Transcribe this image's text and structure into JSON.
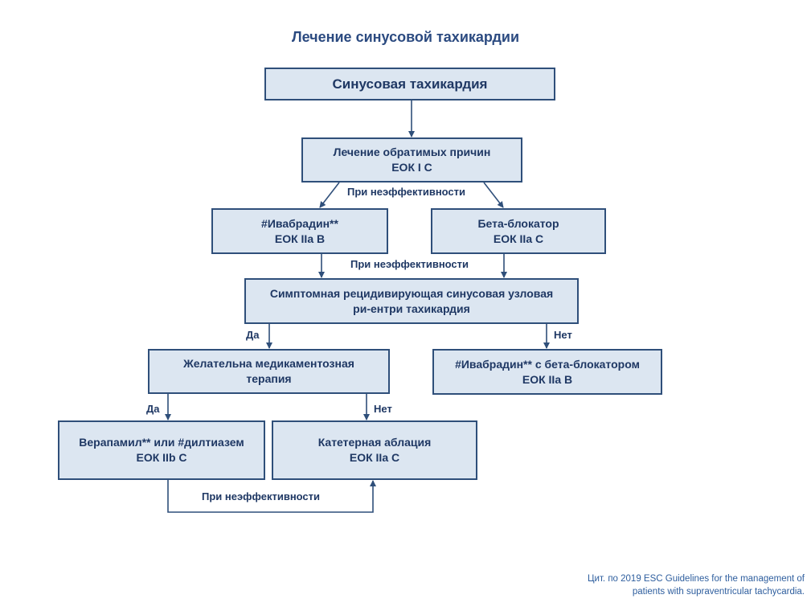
{
  "title": "Лечение синусовой тахикардии",
  "nodes": {
    "sinus_tachycardia": {
      "line1": "Синусовая тахикардия"
    },
    "reversible_causes": {
      "line1": "Лечение обратимых причин",
      "line2": "ЕОК I C"
    },
    "ivabradine": {
      "line1": "#Ивабрадин**",
      "line2": "ЕОК IIa B"
    },
    "beta_blocker": {
      "line1": "Бета-блокатор",
      "line2": "ЕОК IIa C"
    },
    "symptomatic_reentry": {
      "line1": "Симптомная рецидивирующая синусовая узловая",
      "line2": "ри-ентри тахикардия"
    },
    "drug_therapy_desired": {
      "line1": "Желательна медикаментозная",
      "line2": "терапия"
    },
    "ivabradine_with_bb": {
      "line1": "#Ивабрадин** с бета-блокатором",
      "line2": "ЕОК IIa B"
    },
    "verapamil_diltiazem": {
      "line1": "Верапамил** или #дилтиазем",
      "line2": "ЕОК IIb C"
    },
    "catheter_ablation": {
      "line1": "Катетерная аблация",
      "line2": "ЕОК IIa C"
    }
  },
  "labels": {
    "ineffective_1": "При неэффективности",
    "ineffective_2": "При неэффективности",
    "ineffective_3": "При неэффективности",
    "yes_1": "Да",
    "no_1": "Нет",
    "yes_2": "Да",
    "no_2": "Нет"
  },
  "citation": {
    "line1": "Цит. по 2019 ESC Guidelines for the management of",
    "line2": "patients with supraventricular tachycardia."
  },
  "colors": {
    "box_fill": "#DCE6F1",
    "box_border": "#2F4F7A",
    "text": "#1F3864",
    "title": "#2B4A80",
    "citation": "#2E5E9E"
  }
}
